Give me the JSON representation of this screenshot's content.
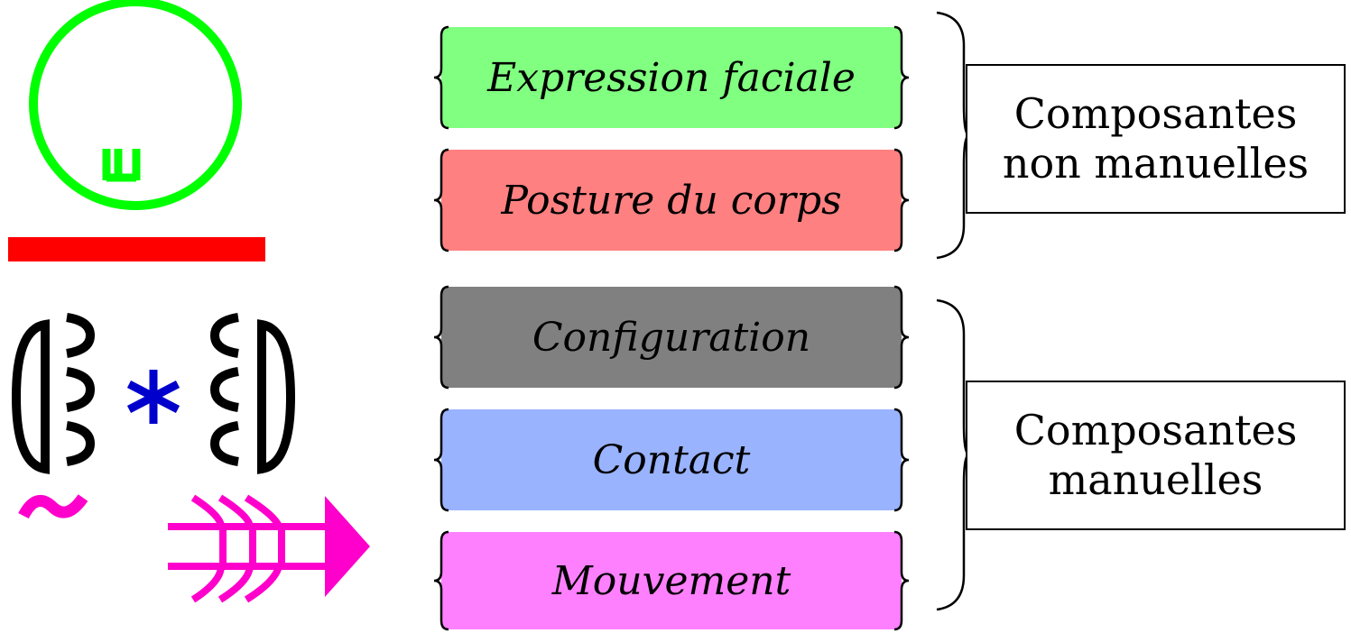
{
  "components": [
    {
      "label": "Expression faciale",
      "color": "#80ff80"
    },
    {
      "label": "Posture du corps",
      "color": "#ff8080"
    },
    {
      "label": "Configuration",
      "color": "#808080"
    },
    {
      "label": "Contact",
      "color": "#99b3ff"
    },
    {
      "label": "Mouvement",
      "color": "#ff80ff"
    }
  ],
  "groups": [
    {
      "line1": "Composantes",
      "line2": "non manuelles"
    },
    {
      "line1": "Composantes",
      "line2": "manuelles"
    }
  ],
  "symbol_colors": {
    "face": "#00ff00",
    "posture": "#ff0000",
    "hands": "#000000",
    "contact": "#0000cc",
    "movement": "#ff00cc"
  }
}
